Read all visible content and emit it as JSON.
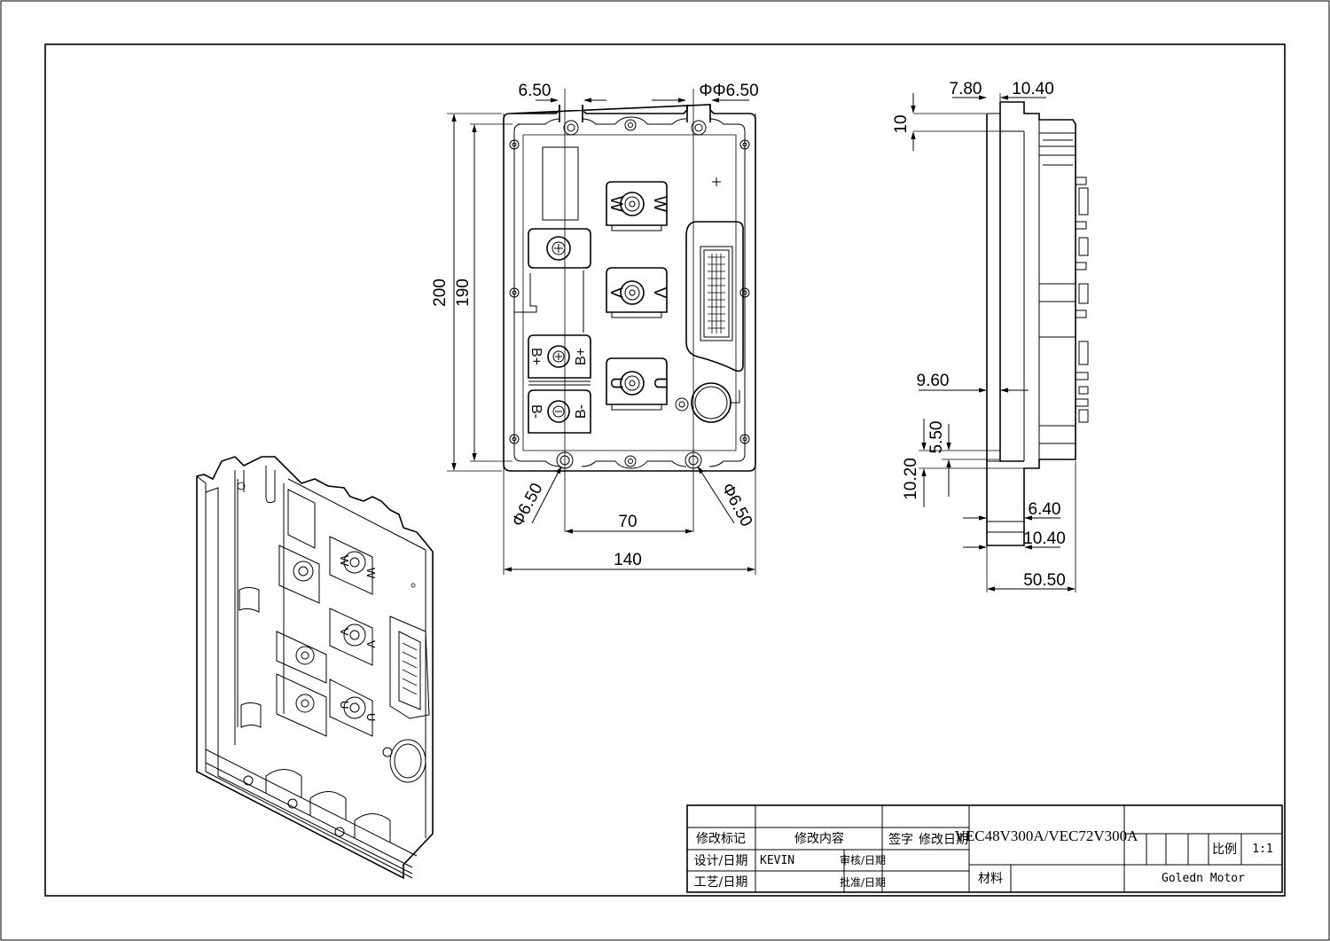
{
  "front_view": {
    "dims": {
      "slot_width": "6.50",
      "hole_dia_top": "ΦΦ6.50",
      "height_outer": "200",
      "height_inner": "190",
      "hole_dia_bl": "Φ6.50",
      "hole_dia_br": "Φ6.50",
      "hole_spacing": "70",
      "width": "140"
    },
    "terminals": {
      "w_left": "W",
      "w_right": "W",
      "v_left": "V",
      "v_right": "V",
      "u_left": "U",
      "u_right": "U",
      "bplus_left": "B+",
      "bplus_right": "B+",
      "bminus_left": "B-",
      "bminus_right": "B-"
    }
  },
  "side_view": {
    "dims": {
      "top_left": "7.80",
      "top_right": "10.40",
      "top_small": "10",
      "mid": "9.60",
      "flange_a": "5.50",
      "flange_b": "10.20",
      "bot_a": "6.40",
      "bot_b": "10.40",
      "depth": "50.50"
    }
  },
  "title_block": {
    "rev_mark": "修改标记",
    "rev_content": "修改内容",
    "signature": "签字",
    "rev_date": "修改日期",
    "design_date": "设计/日期",
    "designer": "KEVIN",
    "review_date": "审核/日期",
    "process_date": "工艺/日期",
    "approve_date": "批准/日期",
    "model": "VEC48V300A/VEC72V300A",
    "scale_label": "比例",
    "scale_value": "1:1",
    "material_label": "材料",
    "company": "Goledn Motor"
  }
}
